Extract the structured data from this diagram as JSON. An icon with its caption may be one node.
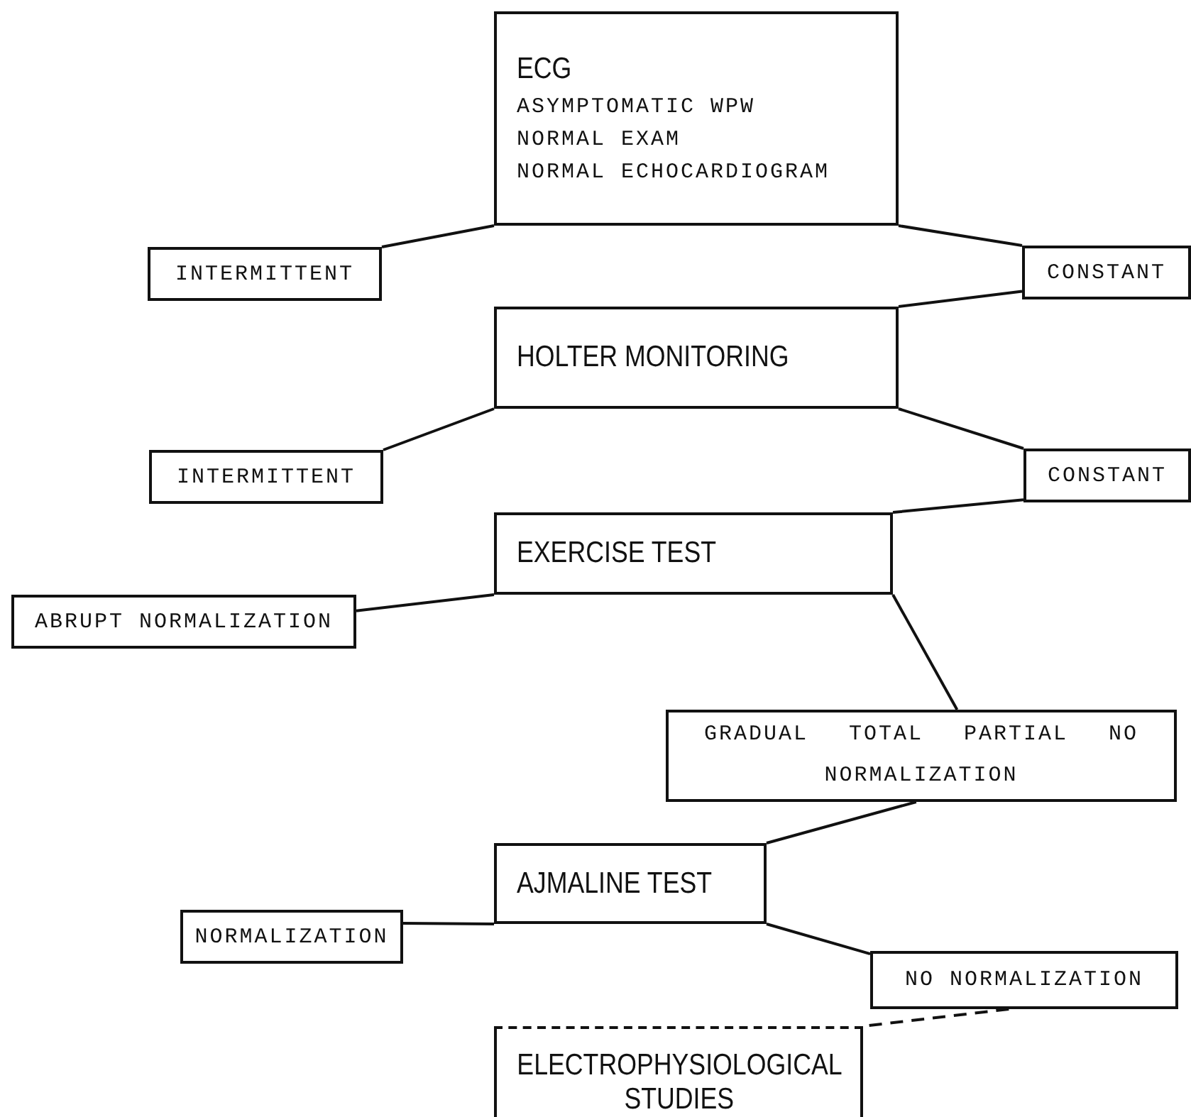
{
  "diagram": {
    "nodes": [
      {
        "text": [
          "ECG",
          "ASYMPTOMATIC WPW",
          "NORMAL EXAM",
          "NORMAL ECHOCARDIOGRAM"
        ]
      },
      {
        "text": [
          "INTERMITTENT"
        ]
      },
      {
        "text": [
          "CONSTANT"
        ]
      },
      {
        "text": [
          "HOLTER MONITORING"
        ]
      },
      {
        "text": [
          "INTERMITTENT"
        ]
      },
      {
        "text": [
          "CONSTANT"
        ]
      },
      {
        "text": [
          "EXERCISE TEST"
        ]
      },
      {
        "text": [
          "ABRUPT NORMALIZATION"
        ]
      },
      {
        "text": [
          "GRADUAL TOTAL PARTIAL NO NORMALIZATION"
        ]
      },
      {
        "text": [
          "AJMALINE TEST"
        ]
      },
      {
        "text": [
          "NORMALIZATION"
        ]
      },
      {
        "text": [
          "NO NORMALIZATION"
        ]
      },
      {
        "text": [
          "ELECTROPHYSIOLOGICAL STUDIES"
        ]
      }
    ],
    "edges": [
      {
        "from": 0,
        "to": 1,
        "arrow": "none"
      },
      {
        "from": 0,
        "to": 2,
        "arrow": "none"
      },
      {
        "from": 2,
        "to": 3,
        "arrow": "none"
      },
      {
        "from": 3,
        "to": 4,
        "arrow": "none"
      },
      {
        "from": 3,
        "to": 5,
        "arrow": "none"
      },
      {
        "from": 5,
        "to": 6,
        "arrow": "none"
      },
      {
        "from": 6,
        "to": 7,
        "arrow": "none"
      },
      {
        "from": 6,
        "to": 8,
        "arrow": "none"
      },
      {
        "from": 8,
        "to": 9,
        "arrow": "none"
      },
      {
        "from": 9,
        "to": 10,
        "arrow": "none"
      },
      {
        "from": 9,
        "to": 11,
        "arrow": "none"
      },
      {
        "from": 11,
        "to": 12,
        "arrow": "none",
        "style": "dashed"
      }
    ]
  }
}
